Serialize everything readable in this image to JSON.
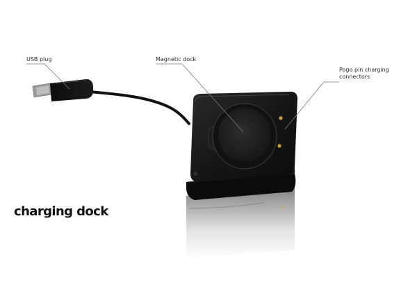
{
  "callouts": {
    "usb_plug": "USB plug",
    "magnetic_dock": "Magnetic dock",
    "pogo_pins_line1": "Pogo pin charging",
    "pogo_pins_line2": "connectors"
  },
  "product": {
    "title": "charging dock"
  },
  "colors": {
    "background": "#ffffff",
    "device_body": "#141414",
    "device_face": "#1e1e1e",
    "pins": "#c9a032",
    "leader_lines": "#7a7a7a",
    "text": "#2a2a2a"
  }
}
